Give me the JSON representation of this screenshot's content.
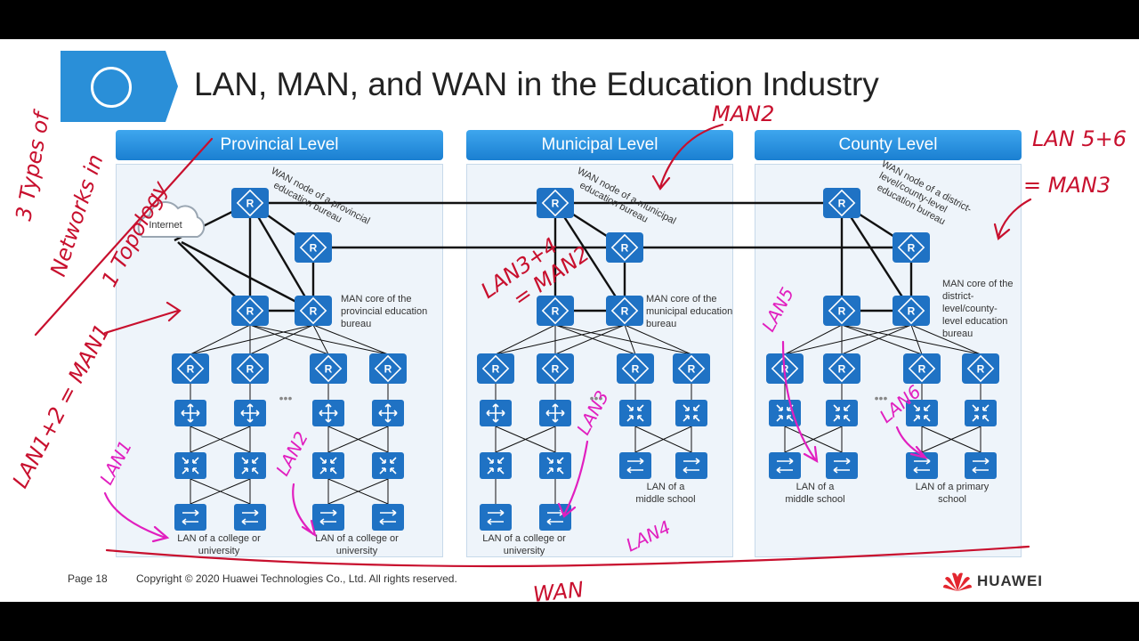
{
  "slide": {
    "title": "LAN, MAN, and WAN in the Education Industry",
    "footer_page": "Page 18",
    "footer_copyright": "Copyright © 2020 Huawei Technologies Co., Ltd. All rights reserved.",
    "brand": "HUAWEI"
  },
  "panels": [
    {
      "label": "Provincial Level"
    },
    {
      "label": "Municipal Level"
    },
    {
      "label": "County Level"
    }
  ],
  "diagram": {
    "internet": "Internet",
    "ellipsis": "•••",
    "provincial": {
      "wan_label": [
        "WAN node of a provincial",
        "education bureau"
      ],
      "man_label": [
        "MAN core of the",
        "provincial education",
        "bureau"
      ],
      "lan_label_left": [
        "LAN of a college or",
        "university"
      ],
      "lan_label_right": [
        "LAN of a college or",
        "university"
      ]
    },
    "municipal": {
      "wan_label": [
        "WAN node of a municipal",
        "education bureau"
      ],
      "man_label": [
        "MAN core of the",
        "municipal education",
        "bureau"
      ],
      "lan_label_left": [
        "LAN of a college or",
        "university"
      ],
      "lan_label_right": [
        "LAN of a",
        "middle school"
      ]
    },
    "county": {
      "wan_label": [
        "WAN node of a district-",
        "level/county-level",
        "education bureau"
      ],
      "man_label": [
        "MAN core of the",
        "district-",
        "level/county-",
        "level education",
        "bureau"
      ],
      "lan_label_left": [
        "LAN of a",
        "middle school"
      ],
      "lan_label_right": [
        "LAN of a primary",
        "school"
      ]
    }
  },
  "annotations": {
    "types": [
      "3 Types of",
      "Networks in",
      "1 Topology"
    ],
    "man1": "LAN1+2 = MAN1",
    "man2": "MAN2",
    "lan34": [
      "LAN3+4",
      "= MAN2"
    ],
    "lan56": [
      "LAN 5+6",
      "= MAN3"
    ],
    "lan1": "LAN1",
    "lan2_a": "LAN2",
    "lan3": "LAN3",
    "lan4": "LAN4",
    "lan5": "LAN5",
    "lan6": "LAN6",
    "wan": "WAN"
  },
  "colors": {
    "accent_blue": "#1a7fd1",
    "device_blue": "#1f72c4",
    "ink_red": "#c8102e",
    "ink_magenta": "#e11fbf"
  }
}
